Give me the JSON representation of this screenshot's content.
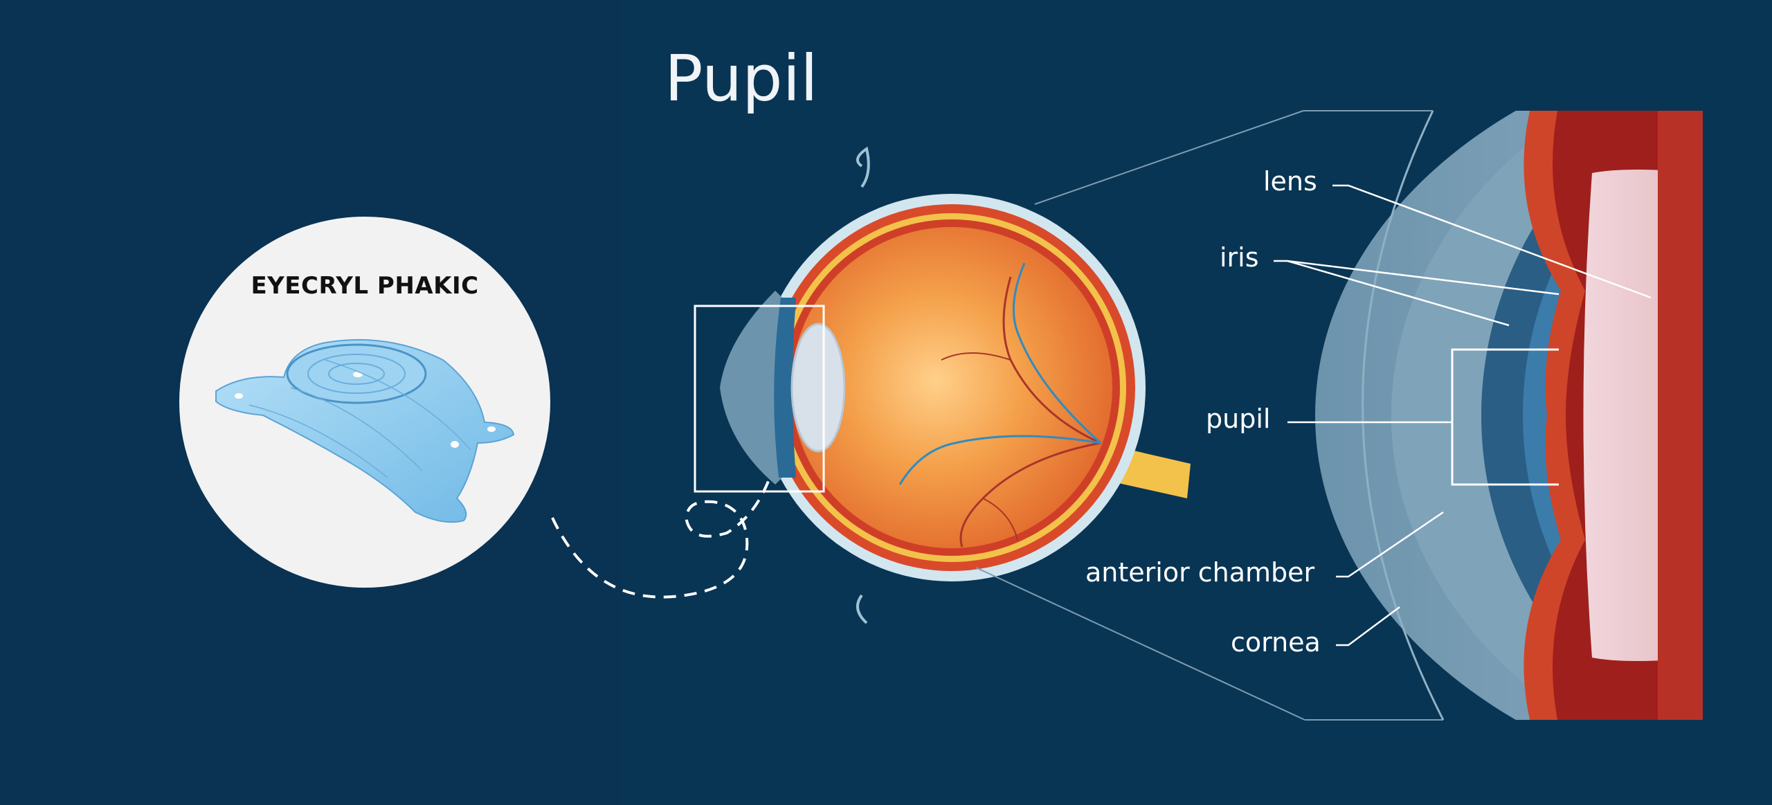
{
  "title": "Pupil",
  "product": {
    "name": "EYECRYL PHAKIC"
  },
  "labels": {
    "lens": "lens",
    "iris": "iris",
    "pupil": "pupil",
    "anterior_chamber": "anterior chamber",
    "cornea": "cornea"
  },
  "colors": {
    "background": "#0a3252",
    "eyeball_orange": "#f08a2c",
    "sclera_red": "#d94a2b",
    "iris_blue": "#2a6a96",
    "lens_implant_blue": "#8fcdf0",
    "label_white": "#ffffff"
  }
}
